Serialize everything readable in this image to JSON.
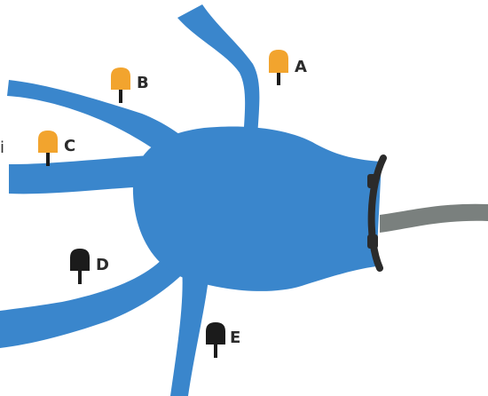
{
  "colors": {
    "water": "#3a86cc",
    "pin_orange": "#f2a42e",
    "pin_dark": "#1b1b1b",
    "barrier": "#2b2b2b",
    "pipe": "#7a807e",
    "label_text": "#2b2b2b"
  },
  "markers": [
    {
      "label": "A",
      "status": "orange"
    },
    {
      "label": "B",
      "status": "orange"
    },
    {
      "label": "C",
      "status": "orange"
    },
    {
      "label": "D",
      "status": "dark"
    },
    {
      "label": "E",
      "status": "dark"
    }
  ],
  "edge_text": "i"
}
